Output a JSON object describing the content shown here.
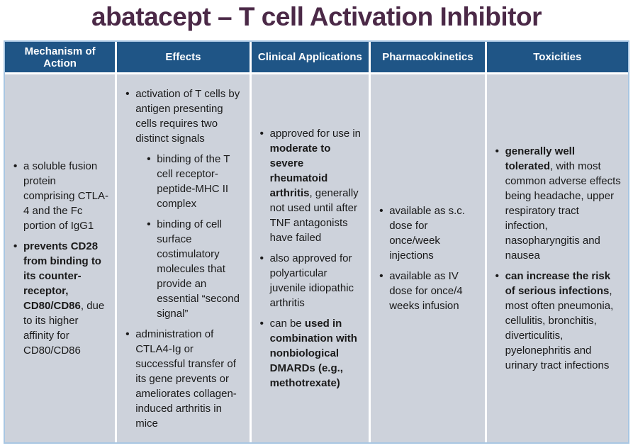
{
  "title": "abatacept – T cell Activation Inhibitor",
  "colors": {
    "header_bg": "#1F5586",
    "header_text": "#FFFFFF",
    "body_bg": "#CDD2DB",
    "title_color": "#4B2947",
    "border": "#A8C6E2",
    "text": "#1A1A1A"
  },
  "table": {
    "columns": [
      {
        "header": "Mechanism of Action",
        "bullets": [
          {
            "level": 1,
            "segments": [
              {
                "t": "a soluble fusion protein comprising CTLA-4 and the Fc portion of IgG1",
                "b": false
              }
            ]
          },
          {
            "level": 1,
            "segments": [
              {
                "t": "prevents CD28 from binding to its counter-receptor, CD80/CD86",
                "b": true
              },
              {
                "t": ", due to its higher affinity for CD80/CD86",
                "b": false
              }
            ]
          }
        ]
      },
      {
        "header": "Effects",
        "bullets": [
          {
            "level": 1,
            "segments": [
              {
                "t": "activation of T cells by antigen presenting cells requires two distinct signals",
                "b": false
              }
            ]
          },
          {
            "level": 2,
            "segments": [
              {
                "t": "binding of the T cell receptor-peptide-MHC II complex",
                "b": false
              }
            ]
          },
          {
            "level": 2,
            "segments": [
              {
                "t": "binding of cell surface costimulatory molecules that provide an essential “second signal”",
                "b": false
              }
            ]
          },
          {
            "level": 1,
            "segments": [
              {
                "t": "administration of CTLA4-Ig or successful transfer of its gene prevents or ameliorates collagen-induced arthritis in mice",
                "b": false
              }
            ]
          }
        ]
      },
      {
        "header": "Clinical Applications",
        "bullets": [
          {
            "level": 1,
            "segments": [
              {
                "t": "approved for use in ",
                "b": false
              },
              {
                "t": "moderate to severe rheumatoid arthritis",
                "b": true
              },
              {
                "t": ", generally not used until after TNF antagonists have failed",
                "b": false
              }
            ]
          },
          {
            "level": 1,
            "segments": [
              {
                "t": "also approved for polyarticular juvenile idiopathic arthritis",
                "b": false
              }
            ]
          },
          {
            "level": 1,
            "segments": [
              {
                "t": "can be ",
                "b": false
              },
              {
                "t": "used in combination with nonbiological DMARDs (e.g., methotrexate)",
                "b": true
              }
            ]
          }
        ]
      },
      {
        "header": "Pharmacokinetics",
        "bullets": [
          {
            "level": 1,
            "segments": [
              {
                "t": "available as s.c. dose for once/week injections",
                "b": false
              }
            ]
          },
          {
            "level": 1,
            "segments": [
              {
                "t": "available as IV dose for once/4 weeks infusion",
                "b": false
              }
            ]
          }
        ]
      },
      {
        "header": "Toxicities",
        "bullets": [
          {
            "level": 1,
            "segments": [
              {
                "t": "generally well tolerated",
                "b": true
              },
              {
                "t": ", with most common adverse effects being headache, upper respiratory tract infection, nasopharyngitis and nausea",
                "b": false
              }
            ]
          },
          {
            "level": 1,
            "segments": [
              {
                "t": "can increase the risk of serious infections",
                "b": true
              },
              {
                "t": ", most often pneumonia, cellulitis, bronchitis, diverticulitis, pyelonephritis and urinary tract infections",
                "b": false
              }
            ]
          }
        ]
      }
    ]
  }
}
